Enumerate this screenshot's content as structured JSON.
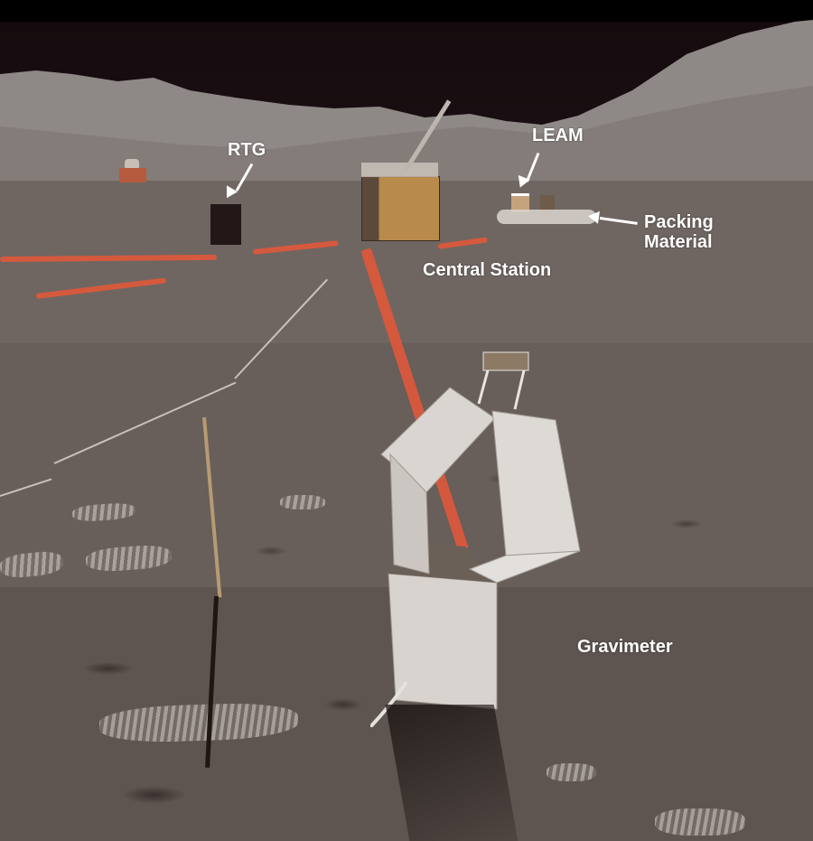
{
  "image": {
    "description": "Apollo lunar surface photograph showing an ALSEP deployment with annotated instruments",
    "labels": {
      "rtg": "RTG",
      "leam": "LEAM",
      "packing_material_line1": "Packing",
      "packing_material_line2": "Material",
      "central_station": "Central Station",
      "gravimeter": "Gravimeter"
    },
    "colors": {
      "sky": "#140a0d",
      "ground": "#716763",
      "cable": "#e0583a",
      "label_text": "#ffffff",
      "gold_foil": "#b88a4c",
      "instrument_white": "#d9d5d1"
    }
  }
}
